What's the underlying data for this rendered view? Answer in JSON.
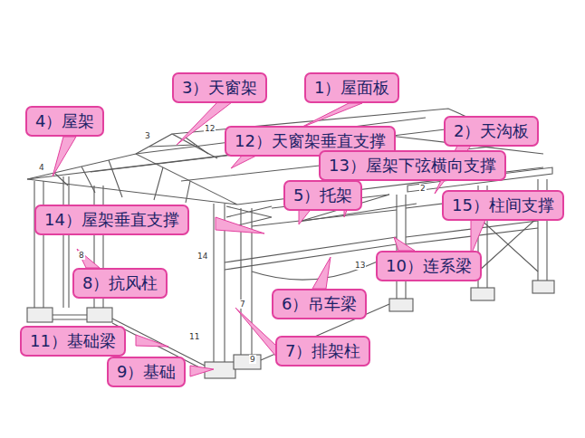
{
  "diagram": {
    "nodes": [
      {
        "text": [
          "1）屋面板"
        ]
      },
      {
        "text": [
          "3）天窗架"
        ]
      },
      {
        "text": [
          "4）屋架"
        ]
      },
      {
        "text": [
          "2）天沟板"
        ]
      },
      {
        "text": [
          "12）天窗架垂直支撑"
        ]
      },
      {
        "text": [
          "13）屋架下弦横向支撑"
        ]
      },
      {
        "text": [
          "5）托架"
        ]
      },
      {
        "text": [
          "15）柱间支撑"
        ]
      },
      {
        "text": [
          "14）屋架垂直支撑"
        ]
      },
      {
        "text": [
          "10）连系梁"
        ]
      },
      {
        "text": [
          "8）抗风柱"
        ]
      },
      {
        "text": [
          "6）吊车梁"
        ]
      },
      {
        "text": [
          "11）基础梁"
        ]
      },
      {
        "text": [
          "7）排架柱"
        ]
      },
      {
        "text": [
          "9）基础"
        ]
      }
    ],
    "labels": [
      "12",
      "3",
      "4",
      "2",
      "14",
      "8",
      "13",
      "7",
      "11",
      "9"
    ]
  }
}
